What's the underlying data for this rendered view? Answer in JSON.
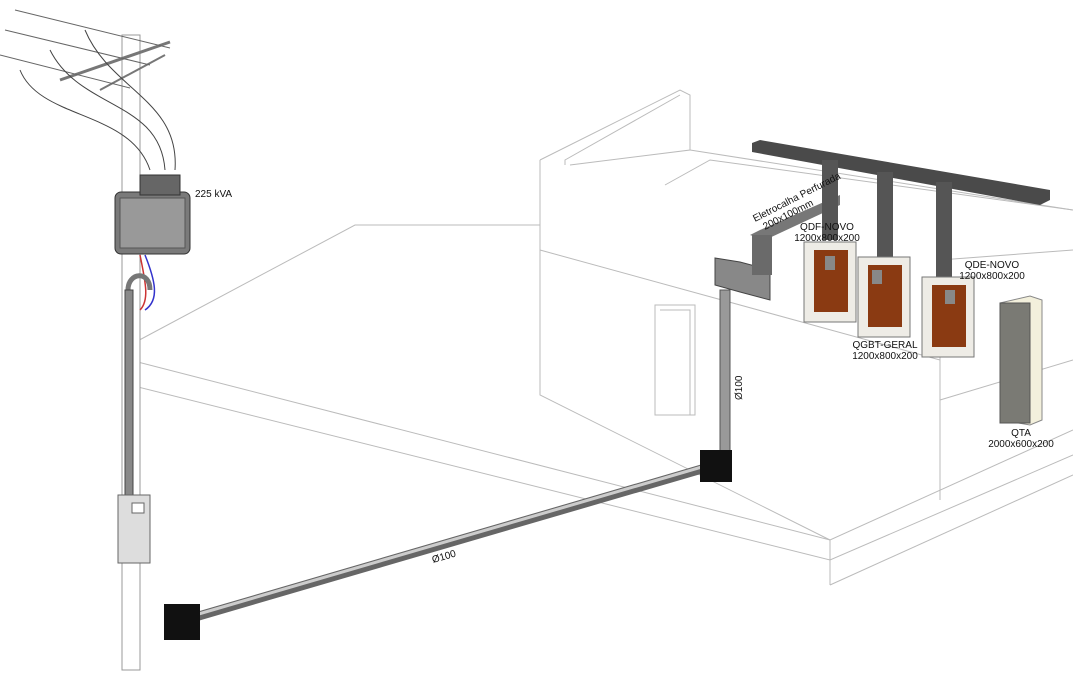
{
  "transformer": {
    "label": "225 kVA"
  },
  "cable_tray": {
    "label_line1": "Eletrocalha Perfurada",
    "label_line2": "200x100mm"
  },
  "conduits": {
    "vertical_label": "Ø100",
    "underground_label": "Ø100"
  },
  "panels": [
    {
      "name": "QDF-NOVO",
      "size": "1200x800x200"
    },
    {
      "name": "QGBT-GERAL",
      "size": "1200x800x200"
    },
    {
      "name": "QDE-NOVO",
      "size": "1200x800x200"
    },
    {
      "name": "QTA",
      "size": "2000x600x200"
    }
  ],
  "colors": {
    "panel_backplate": "#8a3a12",
    "tray": "#4a4a4a",
    "conduit": "#9a9a9a",
    "box": "#111111"
  }
}
